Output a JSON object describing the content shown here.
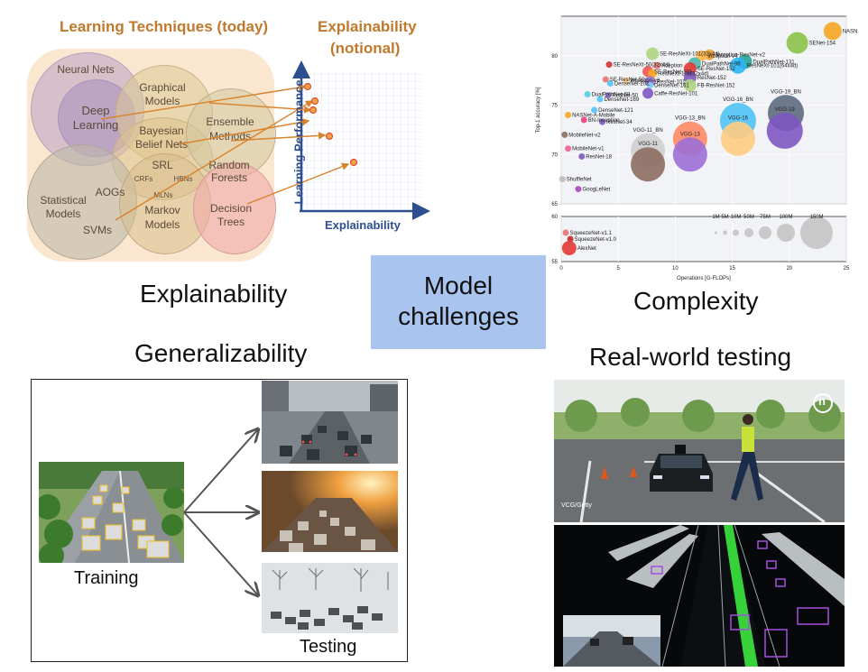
{
  "center": {
    "line1": "Model",
    "line2": "challenges"
  },
  "quadrants": {
    "explainability": "Explainability",
    "complexity": "Complexity",
    "generalizability": "Generalizability",
    "real_world": "Real-world testing"
  },
  "explain_diagram": {
    "left_title": "Learning Techniques (today)",
    "right_title_1": "Explainability",
    "right_title_2": "(notional)",
    "y_axis": "Learning Performance",
    "x_axis": "Explainability",
    "techniques": {
      "neural_nets": "Neural Nets",
      "deep_learning_1": "Deep",
      "deep_learning_2": "Learning",
      "graphical_1": "Graphical",
      "graphical_2": "Models",
      "bayesian_1": "Bayesian",
      "bayesian_2": "Belief Nets",
      "ensemble_1": "Ensemble",
      "ensemble_2": "Methods",
      "srl": "SRL",
      "crfs": "CRFs",
      "hbns": "HBNs",
      "mlns": "MLNs",
      "random_forests_1": "Random",
      "random_forests_2": "Forests",
      "statistical_1": "Statistical",
      "statistical_2": "Models",
      "aogs": "AOGs",
      "svms": "SVMs",
      "markov_1": "Markov",
      "markov_2": "Models",
      "decision_1": "Decision",
      "decision_2": "Trees"
    }
  },
  "chart_data": {
    "type": "scatter",
    "xlabel": "Operations [G-FLOPs]",
    "ylabel": "Top-1 accuracy [%]",
    "xlim": [
      0,
      25
    ],
    "ylim_upper": [
      65,
      84
    ],
    "ylim_lower": [
      55,
      60
    ],
    "x_ticks": [
      "0",
      "5",
      "10",
      "15",
      "20",
      "25"
    ],
    "y_ticks_upper": [
      "65",
      "70",
      "75",
      "80"
    ],
    "y_ticks_lower": [
      "55",
      "60"
    ],
    "size_legend": [
      "1M",
      "5M",
      "10M",
      "50M",
      "75M",
      "100M",
      "150M"
    ],
    "points": [
      {
        "name": "NASNet-A-Large",
        "x": 23.8,
        "y": 82.5,
        "color": "#f5a623"
      },
      {
        "name": "SENet-154",
        "x": 20.7,
        "y": 81.3,
        "color": "#8bc34a"
      },
      {
        "name": "SE-ResNeXt-101(32x4d)",
        "x": 8.0,
        "y": 80.2,
        "color": "#aed581"
      },
      {
        "name": "Inception-ResNet-v2",
        "x": 13.0,
        "y": 80.1,
        "color": "#f0a030"
      },
      {
        "name": "Inception-v4",
        "x": 12.3,
        "y": 80.0,
        "color": "#ffb74d"
      },
      {
        "name": "SE-ResNeXt-50(32x4d)",
        "x": 4.2,
        "y": 79.1,
        "color": "#d32f2f"
      },
      {
        "name": "Xception",
        "x": 8.4,
        "y": 79.0,
        "color": "#e57373"
      },
      {
        "name": "DualPathNet-131",
        "x": 16.1,
        "y": 79.4,
        "color": "#26a69a"
      },
      {
        "name": "DualPathNet-98",
        "x": 11.7,
        "y": 79.2,
        "color": "#4db6ac"
      },
      {
        "name": "ResNeXt-101(64x4d)",
        "x": 15.5,
        "y": 79.0,
        "color": "#29b6f6"
      },
      {
        "name": "SE-ResNet-101",
        "x": 7.6,
        "y": 78.4,
        "color": "#ef5350"
      },
      {
        "name": "SE-ResNet-152",
        "x": 11.3,
        "y": 78.7,
        "color": "#e53935"
      },
      {
        "name": "ResNeXt-101(32x4d)",
        "x": 8.0,
        "y": 78.2,
        "color": "#ffa726"
      },
      {
        "name": "SE-ResNet-50",
        "x": 3.9,
        "y": 77.6,
        "color": "#e57373"
      },
      {
        "name": "Inception-v3",
        "x": 5.7,
        "y": 77.5,
        "color": "#ffcc80"
      },
      {
        "name": "ResNet-152",
        "x": 11.3,
        "y": 77.8,
        "color": "#7e57c2"
      },
      {
        "name": "DenseNet-201",
        "x": 4.3,
        "y": 77.2,
        "color": "#4fc3f7"
      },
      {
        "name": "ResNet-101",
        "x": 7.8,
        "y": 77.4,
        "color": "#9575cd"
      },
      {
        "name": "FB-ResNet-152",
        "x": 11.3,
        "y": 77.0,
        "color": "#aed581"
      },
      {
        "name": "DenseNet-161",
        "x": 7.8,
        "y": 77.0,
        "color": "#81d4fa"
      },
      {
        "name": "Caffe-ResNet-101",
        "x": 7.6,
        "y": 76.2,
        "color": "#7e57c2"
      },
      {
        "name": "ResNet-50",
        "x": 4.1,
        "y": 76.0,
        "color": "#9575cd"
      },
      {
        "name": "DualPathNet-68",
        "x": 2.3,
        "y": 76.1,
        "color": "#4dd0e1"
      },
      {
        "name": "DenseNet-169",
        "x": 3.4,
        "y": 75.6,
        "color": "#4fc3f7"
      },
      {
        "name": "DenseNet-121",
        "x": 2.9,
        "y": 74.5,
        "color": "#4fc3f7"
      },
      {
        "name": "NASNet-A-Mobile",
        "x": 0.6,
        "y": 74.0,
        "color": "#f5a623"
      },
      {
        "name": "BN-Inception",
        "x": 2.0,
        "y": 73.5,
        "color": "#ec407a"
      },
      {
        "name": "ResNet-34",
        "x": 3.6,
        "y": 73.3,
        "color": "#7e57c2"
      },
      {
        "name": "VGG-19_BN",
        "x": 19.7,
        "y": 74.2,
        "color": "#5c6b80"
      },
      {
        "name": "VGG-16_BN",
        "x": 15.5,
        "y": 73.4,
        "color": "#4fc3f7"
      },
      {
        "name": "VGG-19",
        "x": 19.6,
        "y": 72.4,
        "color": "#7e57c2"
      },
      {
        "name": "VGG-16",
        "x": 15.5,
        "y": 71.6,
        "color": "#ffcc80"
      },
      {
        "name": "VGG-13_BN",
        "x": 11.3,
        "y": 71.6,
        "color": "#ff8a65"
      },
      {
        "name": "VGG-13",
        "x": 11.3,
        "y": 70.0,
        "color": "#9c6fd6"
      },
      {
        "name": "VGG-11_BN",
        "x": 7.6,
        "y": 70.4,
        "color": "#cfcfcf"
      },
      {
        "name": "VGG-11",
        "x": 7.6,
        "y": 69.0,
        "color": "#8d6e63"
      },
      {
        "name": "MobileNet-v2",
        "x": 0.3,
        "y": 72.0,
        "color": "#8d6e63"
      },
      {
        "name": "ResNet-18",
        "x": 1.8,
        "y": 69.8,
        "color": "#7e57c2"
      },
      {
        "name": "MobileNet-v1",
        "x": 0.6,
        "y": 70.6,
        "color": "#f06292"
      },
      {
        "name": "ShuffleNet",
        "x": 0.1,
        "y": 67.5,
        "color": "#bdbdbd"
      },
      {
        "name": "GoogLeNet",
        "x": 1.5,
        "y": 66.5,
        "color": "#ab47bc"
      },
      {
        "name": "SqueezeNet-v1.1",
        "x": 0.4,
        "y": 58.2,
        "color": "#e57373"
      },
      {
        "name": "SqueezeNet-v1.0",
        "x": 0.8,
        "y": 57.5,
        "color": "#c62828"
      },
      {
        "name": "AlexNet",
        "x": 0.7,
        "y": 56.5,
        "color": "#e53935"
      }
    ]
  },
  "generalize": {
    "training_label": "Training",
    "testing_label": "Testing"
  },
  "realworld": {
    "credit": "VCG/Getty",
    "logo": "n"
  }
}
